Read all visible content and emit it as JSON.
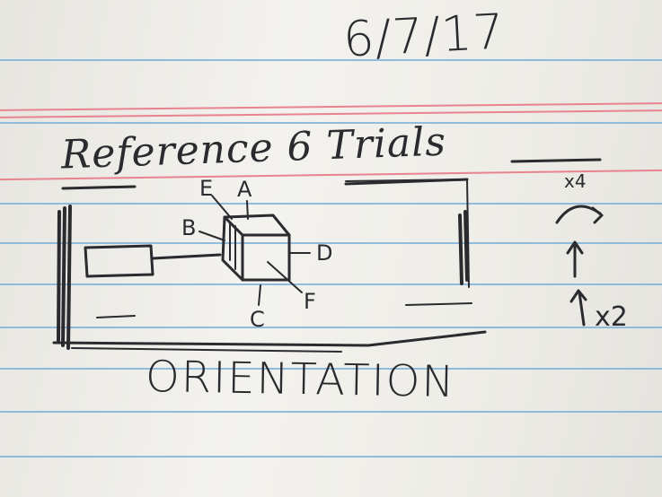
{
  "page": {
    "date": "6/7/17",
    "heading": "Reference 6 Trials",
    "caption": "ORIENTATION"
  },
  "sketch": {
    "face_labels": [
      "A",
      "B",
      "C",
      "D",
      "E",
      "F"
    ],
    "rotation_note": "x4",
    "repeat_note": "x2",
    "icons": [
      "curved-arrow-icon",
      "up-arrow-icon"
    ]
  },
  "colors": {
    "paper": "#ecebe6",
    "ink": "#2b2a2e",
    "ruled_line": "#7fb2d9",
    "margin_line": "#e8838f"
  }
}
